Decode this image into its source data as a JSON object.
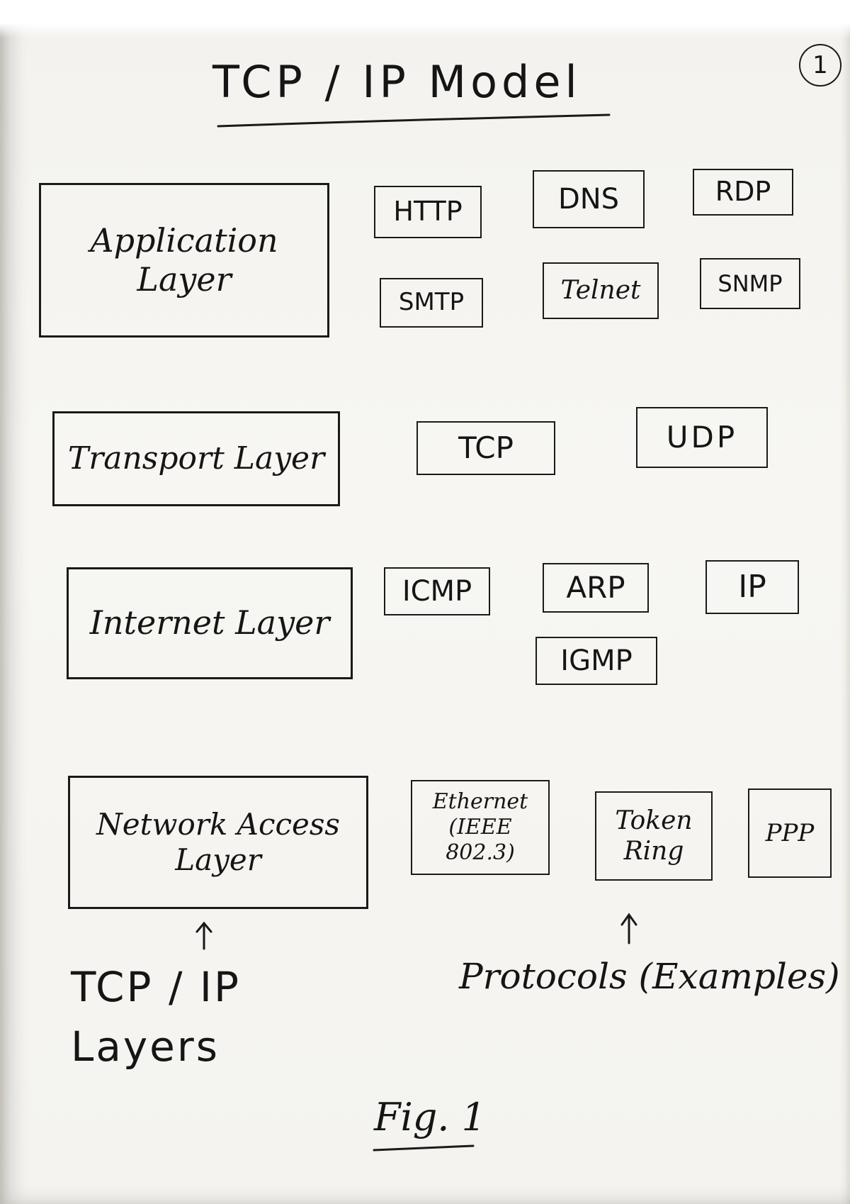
{
  "title": "TCP / IP Model",
  "page_number": "1",
  "layers": [
    {
      "name": "Application\nLayer",
      "protocols": [
        "HTTP",
        "DNS",
        "RDP",
        "SMTP",
        "Telnet",
        "SNMP"
      ]
    },
    {
      "name": "Transport Layer",
      "protocols": [
        "TCP",
        "UDP"
      ]
    },
    {
      "name": "Internet Layer",
      "protocols": [
        "ICMP",
        "ARP",
        "IP",
        "IGMP"
      ]
    },
    {
      "name": "Network Access\nLayer",
      "protocols": [
        "Ethernet\n(IEEE 802.3)",
        "Token\nRing",
        "PPP"
      ]
    }
  ],
  "legend": {
    "layers_label": "TCP / IP\nLayers",
    "protocols_label": "Protocols (Examples)"
  },
  "caption": "Fig. 1"
}
